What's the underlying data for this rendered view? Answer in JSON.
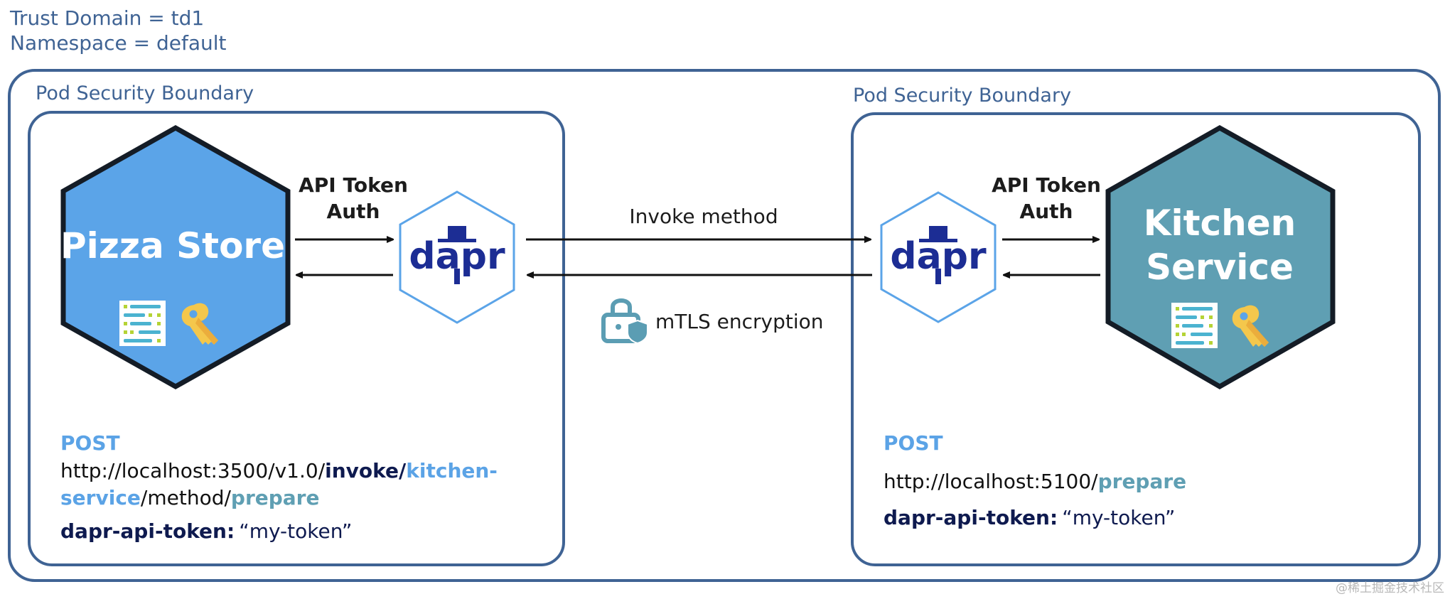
{
  "header": {
    "trust_domain": "Trust Domain = td1",
    "namespace": "Namespace = default"
  },
  "left_pod": {
    "label": "Pod Security Boundary",
    "service": {
      "name": "Pizza Store",
      "color": "#5ba4e8",
      "icons": [
        "config-list-icon",
        "key-icon"
      ]
    },
    "sidecar": {
      "name": "dapr",
      "border_color": "#5ba4e8",
      "logo_color": "#1c2d94"
    },
    "auth_label_line1": "API Token",
    "auth_label_line2": "Auth",
    "request": {
      "method": "POST",
      "url_parts": [
        {
          "text": "http://localhost:3500/v1.0/",
          "style": "plain"
        },
        {
          "text": "invoke",
          "style": "bold-dark"
        },
        {
          "text": "/",
          "style": "bold-dark"
        },
        {
          "text": "kitchen-",
          "style": "kebab"
        },
        {
          "text": "service",
          "style": "kebab"
        },
        {
          "text": "/method/",
          "style": "plain"
        },
        {
          "text": "prepare",
          "style": "teal"
        }
      ],
      "header_key": "dapr-api-token:",
      "header_value": "“my-token”"
    }
  },
  "right_pod": {
    "label": "Pod Security Boundary",
    "service": {
      "name_line1": "Kitchen",
      "name_line2": "Service",
      "color": "#5f9fb3",
      "icons": [
        "config-list-icon",
        "key-icon"
      ]
    },
    "sidecar": {
      "name": "dapr",
      "border_color": "#5ba4e8",
      "logo_color": "#1c2d94"
    },
    "auth_label_line1": "API Token",
    "auth_label_line2": "Auth",
    "request": {
      "method": "POST",
      "url_plain": "http://localhost:5100/",
      "url_highlight": "prepare",
      "header_key": "dapr-api-token:",
      "header_value": "“my-token”"
    }
  },
  "middle": {
    "invoke_label": "Invoke method",
    "encryption_label": "mTLS encryption",
    "lock_color": "#5b9db3"
  },
  "watermark": "@稀土掘金技术社区"
}
